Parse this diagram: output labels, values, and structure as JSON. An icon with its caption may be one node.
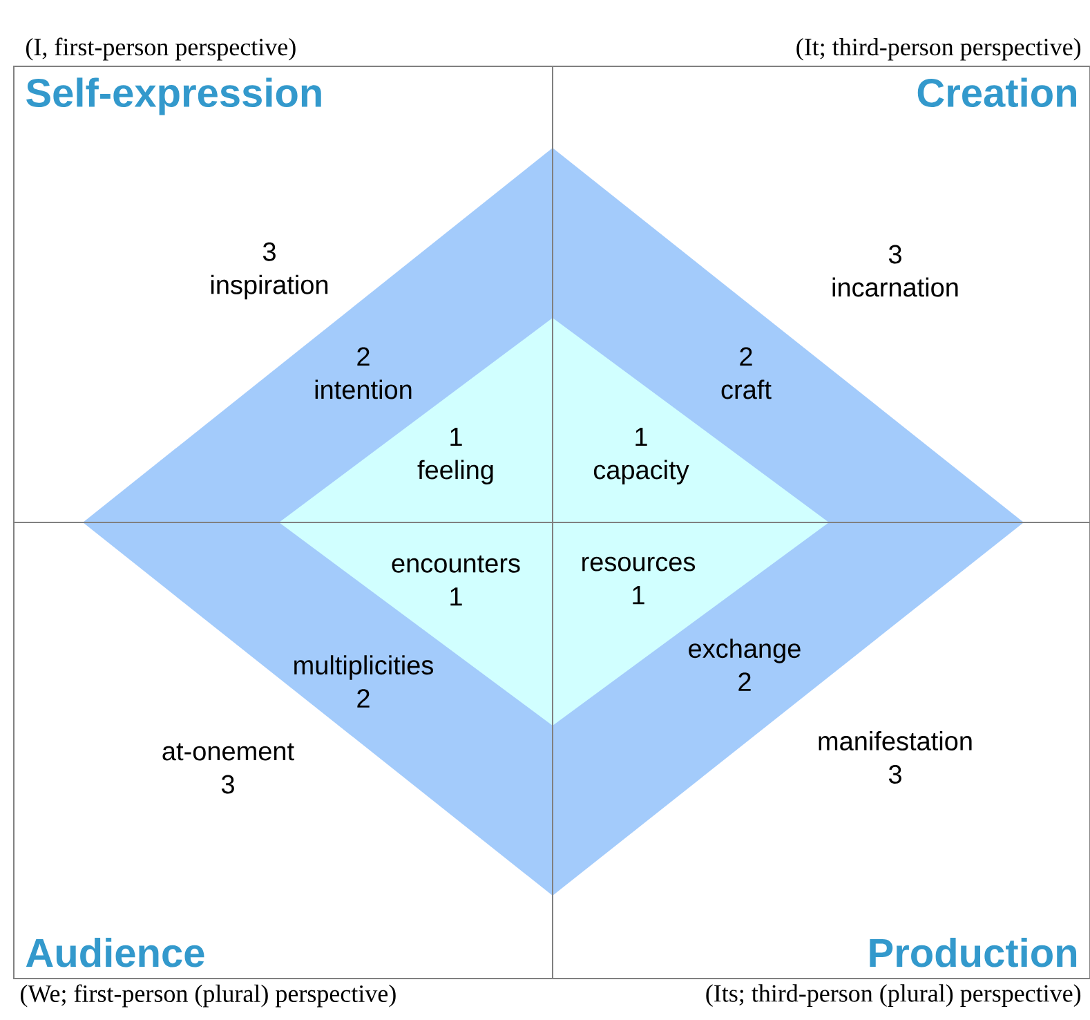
{
  "diagram": {
    "nodes": [
      {
        "text": [
          "Self-expression"
        ],
        "beside": [
          "(I, first-person perspective)"
        ]
      },
      {
        "text": [
          "Creation"
        ],
        "beside": [
          "(It; third-person perspective)"
        ]
      },
      {
        "text": [
          "Audience"
        ],
        "beside": [
          "(We; first-person (plural) perspective)"
        ]
      },
      {
        "text": [
          "Production"
        ],
        "beside": [
          "(Its; third-person (plural) perspective)"
        ]
      }
    ],
    "labels": [
      "3 inspiration",
      "3 incarnation",
      "2 intention",
      "2 craft",
      "1 feeling",
      "1 capacity",
      "encounters 1",
      "resources 1",
      "multiplicities 2",
      "exchange 2",
      "at-onement 3",
      "manifestation 3"
    ]
  }
}
